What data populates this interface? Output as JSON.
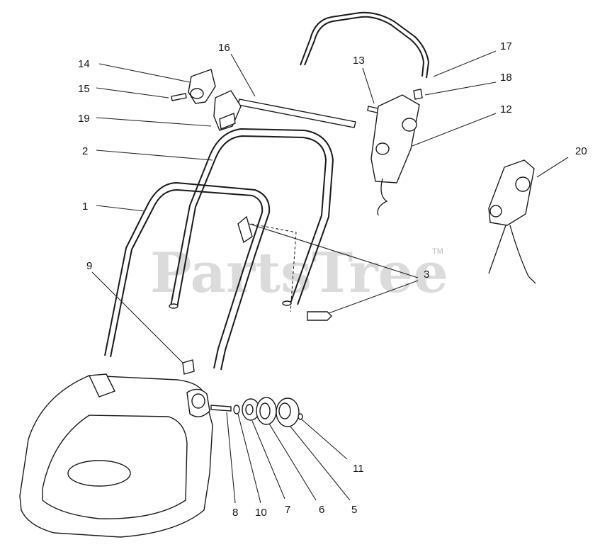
{
  "watermark": {
    "text": "PartsTree",
    "trademark": "TM"
  },
  "callouts": {
    "c1": "1",
    "c2": "2",
    "c3": "3",
    "c5": "5",
    "c6": "6",
    "c7": "7",
    "c8": "8",
    "c9": "9",
    "c10": "10",
    "c11": "11",
    "c12": "12",
    "c13": "13",
    "c14": "14",
    "c15": "15",
    "c16": "16",
    "c17": "17",
    "c18": "18",
    "c19": "19",
    "c20": "20"
  }
}
